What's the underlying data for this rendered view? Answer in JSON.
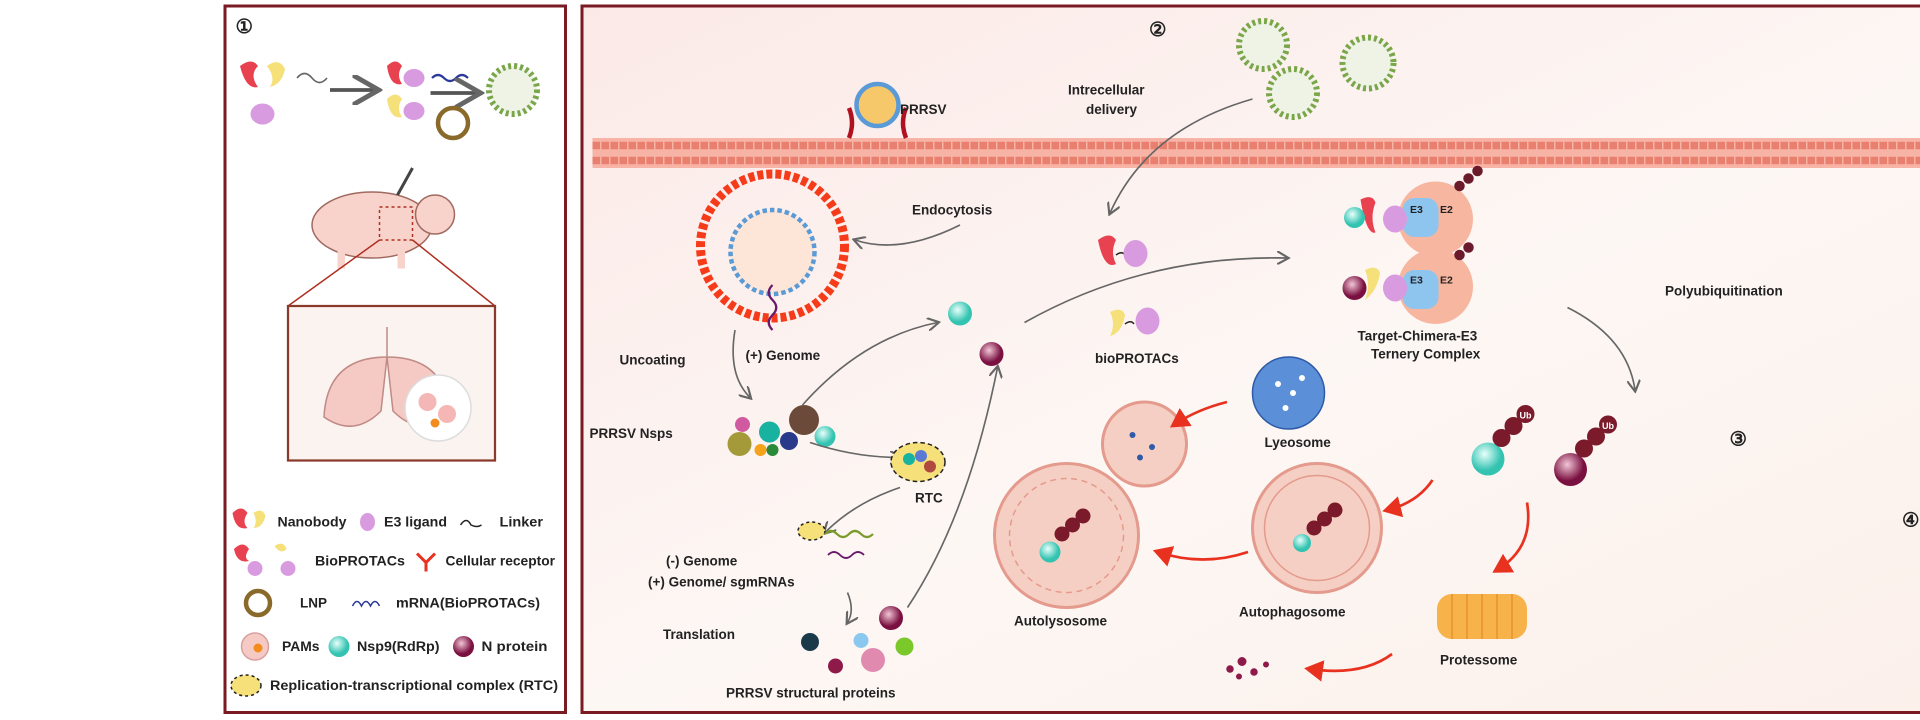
{
  "panels": {
    "step1": "①",
    "step2": "②",
    "step3": "③",
    "step4": "④"
  },
  "labels": {
    "prrsv": "PRRSV",
    "delivery_1": "Intrecellular",
    "delivery_2": "delivery",
    "endocytosis": "Endocytosis",
    "uncoating": "Uncoating",
    "plus_genome": "(+) Genome",
    "nsps": "PRRSV Nsps",
    "rtc": "RTC",
    "minus_genome": "(-) Genome",
    "sgmrnas": "(+) Genome/ sgmRNAs",
    "translation": "Translation",
    "structural": "PRRSV structural proteins",
    "bioprotacs": "bioPROTACs",
    "ternary_1": "Target-Chimera-E3",
    "ternary_2": "Ternery Complex",
    "polyub": "Polyubiquitination",
    "lysosome": "Lyeosome",
    "autolysosome": "Autolysosome",
    "autophagosome": "Autophagosome",
    "proteasome": "Protessome",
    "e3": "E3",
    "e2": "E2",
    "ub": "Ub"
  },
  "legend": {
    "nanobody": "Nanobody",
    "e3_ligand": "E3 ligand",
    "linker": "Linker",
    "bioprotacs": "BioPROTACs",
    "receptor": "Cellular receptor",
    "lnp": "LNP",
    "mrna": "mRNA(BioPROTACs)",
    "pams": "PAMs",
    "nsp9": "Nsp9(RdRp)",
    "n_protein": "N protein",
    "rtc": "Replication-transcriptional complex (RTC)"
  },
  "colors": {
    "panel_border": "#7a1a22",
    "nanobody_red": "#e8414f",
    "nanobody_yellow": "#f5e07a",
    "e3_ligand": "#d99be0",
    "nsp9": "#4fd6c4",
    "n_protein": "#8e1a4a",
    "membrane": "#f39a8a",
    "arrow_red": "#e8311f"
  }
}
